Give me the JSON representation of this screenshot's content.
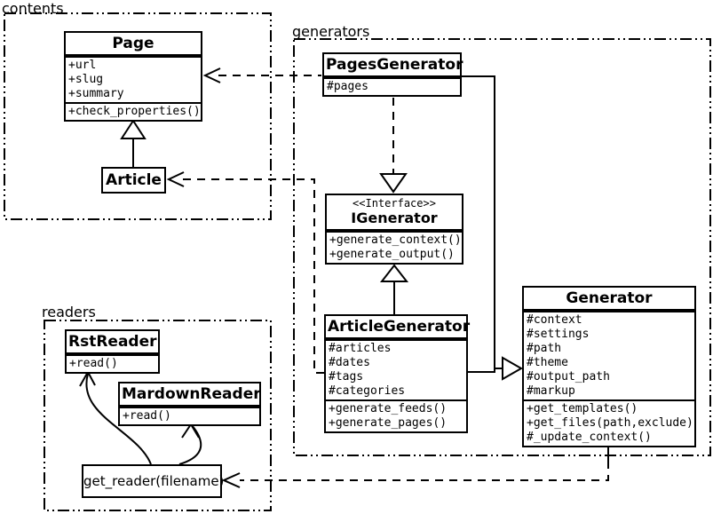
{
  "packages": {
    "contents": {
      "label": "contents"
    },
    "generators": {
      "label": "generators"
    },
    "readers": {
      "label": "readers"
    }
  },
  "classes": {
    "page": {
      "name": "Page",
      "attrs": [
        "+url",
        "+slug",
        "+summary"
      ],
      "methods": [
        "+check_properties()"
      ]
    },
    "article": {
      "name": "Article"
    },
    "pages_generator": {
      "name": "PagesGenerator",
      "attrs": [
        "#pages"
      ]
    },
    "igenerator": {
      "stereotype": "<<Interface>>",
      "name": "IGenerator",
      "methods": [
        "+generate_context()",
        "+generate_output()"
      ]
    },
    "article_generator": {
      "name": "ArticleGenerator",
      "attrs": [
        "#articles",
        "#dates",
        "#tags",
        "#categories"
      ],
      "methods": [
        "+generate_feeds()",
        "+generate_pages()"
      ]
    },
    "generator": {
      "name": "Generator",
      "attrs": [
        "#context",
        "#settings",
        "#path",
        "#theme",
        "#output_path",
        "#markup"
      ],
      "methods": [
        "+get_templates()",
        "+get_files(path,exclude)",
        "#_update_context()"
      ]
    },
    "rst_reader": {
      "name": "RstReader",
      "methods": [
        "+read()"
      ]
    },
    "mardown_reader": {
      "name": "MardownReader",
      "methods": [
        "+read()"
      ]
    },
    "get_reader": {
      "name": "get_reader(filename)"
    }
  },
  "colors": {
    "stroke": "#000000",
    "background": "#ffffff"
  }
}
